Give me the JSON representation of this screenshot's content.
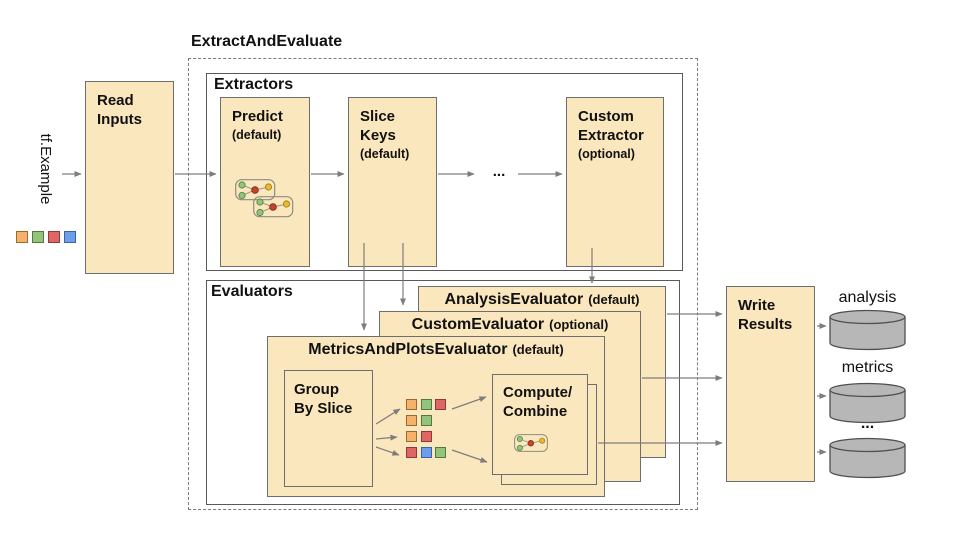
{
  "diagram": {
    "title": "ExtractAndEvaluate",
    "input": {
      "label": "tf.Example"
    },
    "read_inputs": {
      "label": "Read\nInputs"
    },
    "extractors": {
      "label": "Extractors",
      "ellipsis": "...",
      "nodes": [
        {
          "name": "Predict",
          "qualifier": "(default)"
        },
        {
          "name": "Slice\nKeys",
          "qualifier": "(default)"
        },
        {
          "name": "Custom\nExtractor",
          "qualifier": "(optional)"
        }
      ]
    },
    "evaluators": {
      "label": "Evaluators",
      "stack": [
        {
          "name": "AnalysisEvaluator",
          "qualifier": "(default)"
        },
        {
          "name": "CustomEvaluator",
          "qualifier": "(optional)"
        },
        {
          "name": "MetricsAndPlotsEvaluator",
          "qualifier": "(default)"
        }
      ],
      "group_by_slice": {
        "label": "Group\nBy Slice"
      },
      "compute_combine": {
        "label": "Compute/\nCombine"
      }
    },
    "write_results": {
      "label": "Write\nResults"
    },
    "outputs": [
      {
        "label": "analysis"
      },
      {
        "label": "metrics"
      },
      {
        "label": "..."
      }
    ],
    "palette": {
      "orange": {
        "fill": "#f6b26b",
        "border": "#9a6a33"
      },
      "green": {
        "fill": "#93c47d",
        "border": "#54793f"
      },
      "red": {
        "fill": "#e06666",
        "border": "#8f3a3a"
      },
      "blue": {
        "fill": "#6d9eeb",
        "border": "#3a62a8"
      },
      "node_fill": "#fbe7bd",
      "cylinder_fill": "#b7b7b7"
    },
    "input_squares": [
      "orange",
      "green",
      "red",
      "blue"
    ],
    "slice_grid": [
      [
        "orange",
        "green",
        "red"
      ],
      [
        "orange",
        "green"
      ],
      [
        "orange",
        "red"
      ],
      [
        "red",
        "blue",
        "green"
      ]
    ],
    "icons": {
      "predict_icon": "model-graph-icon",
      "compute_icon": "model-graph-icon",
      "outputs_icon": "database-cylinder-icon"
    }
  }
}
